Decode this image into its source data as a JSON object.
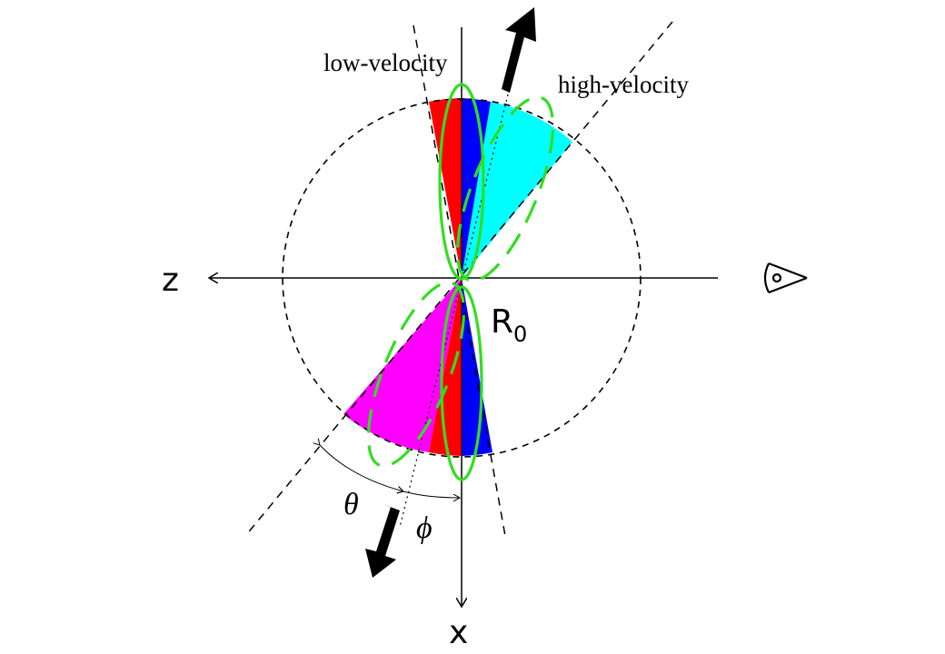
{
  "labels": {
    "low_velocity": "low-velocity",
    "high_velocity": "high-velocity",
    "axis_z": "z",
    "axis_x": "x",
    "radius": "R",
    "radius_sub": "0",
    "theta": "θ",
    "phi": "ϕ"
  },
  "colors": {
    "red": "#ff0000",
    "blue": "#0000ff",
    "cyan": "#00ffff",
    "magenta": "#ff00ff",
    "green": "#33dd22",
    "black": "#000000"
  },
  "icons": [
    "eye-icon",
    "arrow-icon"
  ]
}
